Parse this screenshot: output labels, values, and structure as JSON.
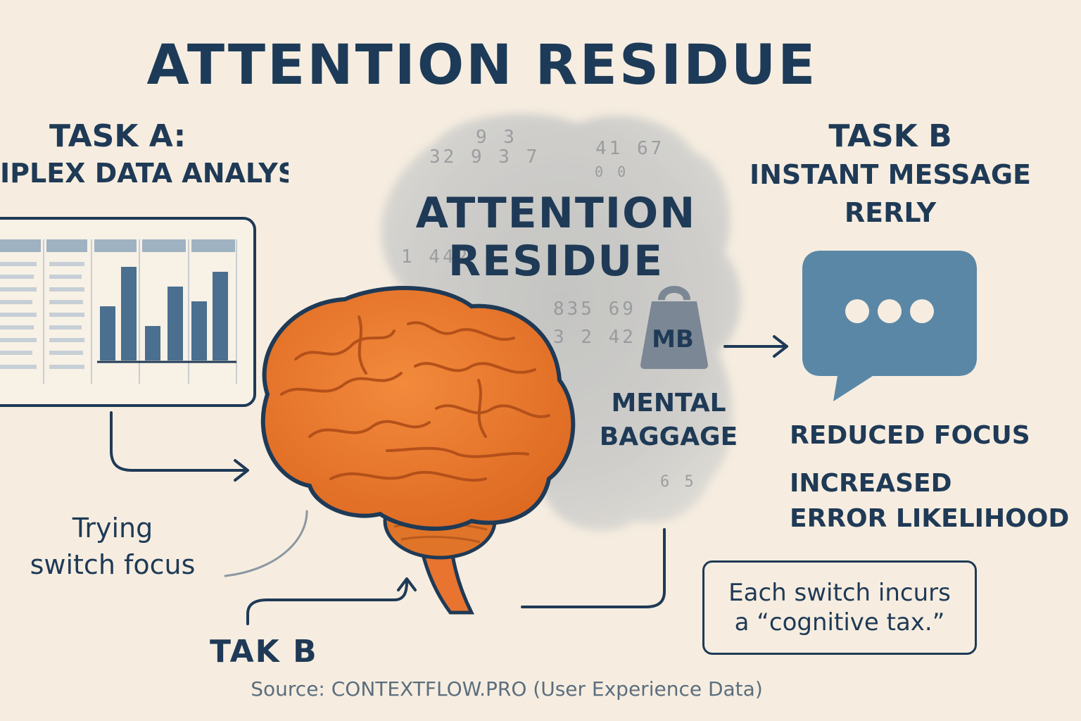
{
  "title": "ATTENTION RESIDUE",
  "task_a": {
    "title": "TASK A:",
    "subtitle": "IPLEX DATA ANALYSIS",
    "chart_data": {
      "type": "bar",
      "values": [
        5.5,
        9.5,
        3.5,
        7.5,
        6.0,
        9.0
      ]
    }
  },
  "task_b": {
    "title": "TASK B",
    "subtitle_line1": "INSTANT MESSAGE",
    "subtitle_line2": "RERLY"
  },
  "cloud": {
    "title_line1": "ATTENTION",
    "title_line2": "RESIDUE",
    "numbers": [
      "9 3",
      "32 9 3 7",
      "41 67",
      "0 0",
      "1 442",
      "835 69",
      "3 2 42",
      "6 5"
    ],
    "weight_label": "MB",
    "mental_line1": "MENTAL",
    "mental_line2": "BAGGAGE"
  },
  "effects": {
    "reduced_focus": "REDUCED FOCUS",
    "increased_line1": "INCREASED",
    "increased_line2": "ERROR LIKELIHOOD"
  },
  "trying": {
    "line1": "Trying",
    "line2": "switch focus"
  },
  "tak_b": "TAK B",
  "tax_note": {
    "line1": "Each switch incurs",
    "line2": "a “cognitive tax.”"
  },
  "source": "Source: CONTEXTFLOW.PRO (User Experience Data)",
  "colors": {
    "background": "#f6ede0",
    "navy": "#1f3a56",
    "brain_orange": "#e9782f",
    "chat_blue": "#5a87a6",
    "cloud_gray": "#c9c9c7"
  }
}
